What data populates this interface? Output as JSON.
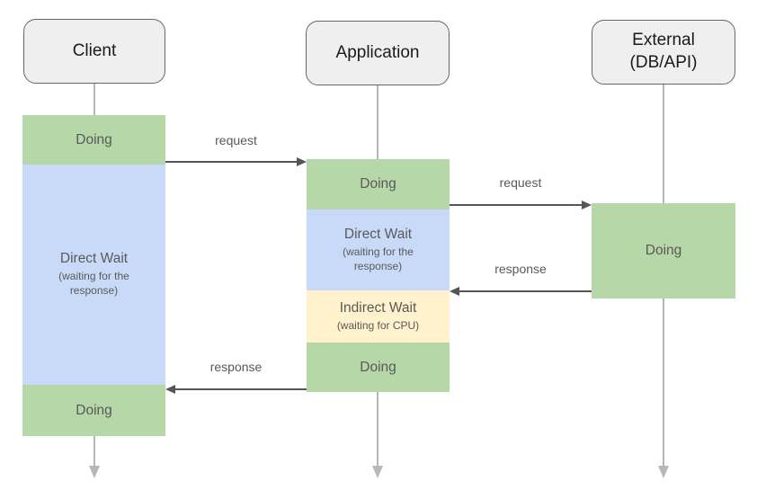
{
  "colors": {
    "doing_green": "#b6d7a8",
    "wait_blue": "#c9daf8",
    "wait_yellow": "#fff2cc",
    "actor_fill": "#efefef",
    "actor_border": "#666666",
    "actor_text": "#1a1a1a",
    "box_text": "#595959",
    "label_text": "#595959",
    "message_arrow": "#555555",
    "lifeline": "#b7b7b7"
  },
  "lanes": {
    "client": {
      "actor": "Client",
      "boxes": [
        {
          "type": "doing",
          "title": "Doing"
        },
        {
          "type": "direct-wait",
          "title": "Direct Wait",
          "subtitle": "(waiting for the response)"
        },
        {
          "type": "doing",
          "title": "Doing"
        }
      ]
    },
    "application": {
      "actor": "Application",
      "boxes": [
        {
          "type": "doing",
          "title": "Doing"
        },
        {
          "type": "direct-wait",
          "title": "Direct Wait",
          "subtitle": "(waiting for the response)"
        },
        {
          "type": "indirect-wait",
          "title": "Indirect Wait",
          "subtitle": "(waiting for CPU)"
        },
        {
          "type": "doing",
          "title": "Doing"
        }
      ]
    },
    "external": {
      "actor_line1": "External",
      "actor_line2": "(DB/API)",
      "boxes": [
        {
          "type": "doing",
          "title": "Doing"
        }
      ]
    }
  },
  "messages": [
    {
      "label": "request",
      "from": "client",
      "to": "application"
    },
    {
      "label": "request",
      "from": "application",
      "to": "external"
    },
    {
      "label": "response",
      "from": "external",
      "to": "application"
    },
    {
      "label": "response",
      "from": "application",
      "to": "client"
    }
  ]
}
